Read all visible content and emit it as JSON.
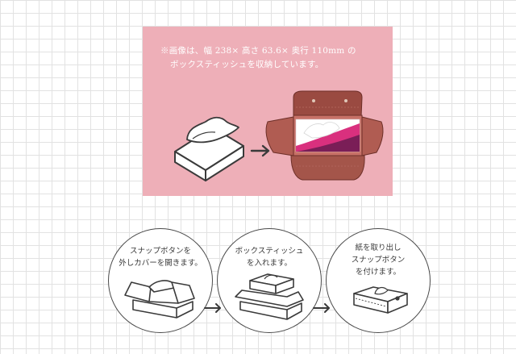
{
  "note": {
    "line1": "※画像は、幅 238×  高さ 63.6×  奥行 110mm の",
    "line2": "ボックスティッシュを収納しています。"
  },
  "illustration": {
    "tissue_box_icon": "tissue-box-outline-icon",
    "arrow_icon": "right-arrow-icon",
    "case_photo": "tissue-case-open-with-box"
  },
  "steps": [
    {
      "lines": [
        "スナップボタンを",
        "外しカバーを開きます。"
      ],
      "icon": "open-cover-icon"
    },
    {
      "lines": [
        "ボックスティッシュ",
        "を入れます。"
      ],
      "icon": "insert-box-icon"
    },
    {
      "lines": [
        "紙を取り出し",
        "スナップボタン",
        "を付けます。"
      ],
      "icon": "closed-case-icon"
    }
  ],
  "colors": {
    "panel_bg": "#eeafb8",
    "case_leather": "#a4554a",
    "outline": "#3a3a3a"
  }
}
